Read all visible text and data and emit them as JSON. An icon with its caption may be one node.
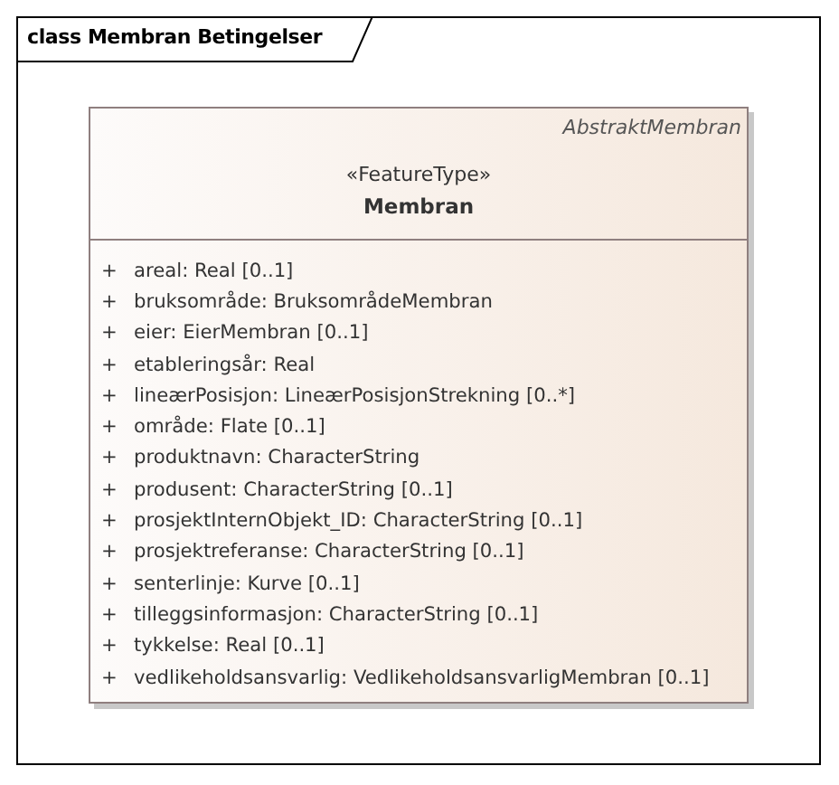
{
  "diagram": {
    "title": "class Membran Betingelser",
    "nodes": [
      {
        "text": [
          "AbstraktMembran",
          "«FeatureType»",
          "Membran",
          "+ areal: Real [0..1]",
          "+ bruksområde: BruksområdeMembran",
          "+ eier: EierMembran [0..1]",
          "+ etableringsår: Real",
          "+ lineærPosisjon: LineærPosisjonStrekning [0..*]",
          "+ område: Flate [0..1]",
          "+ produktnavn: CharacterString",
          "+ produsent: CharacterString [0..1]",
          "+ prosjektInternObjekt_ID: CharacterString [0..1]",
          "+ prosjektreferanse: CharacterString [0..1]",
          "+ senterlinje: Kurve [0..1]",
          "+ tilleggsinformasjon: CharacterString [0..1]",
          "+ tykkelse: Real [0..1]",
          "+ vedlikeholdsansvarlig: VedlikeholdsansvarligMembran [0..1]"
        ]
      }
    ]
  }
}
